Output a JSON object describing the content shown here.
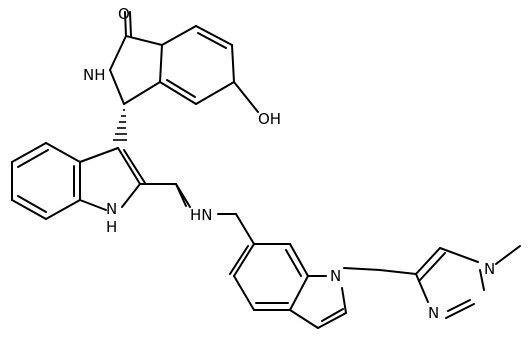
{
  "structure": {
    "atom_labels": {
      "carbonyl_o": "O",
      "lactam_nh": "NH",
      "hydroxyl": "OH",
      "indole_nh_n": "N",
      "indole_nh_h": "H",
      "amine_nh": "HN",
      "indole2_n": "N",
      "imidazole_n1": "N",
      "imidazole_n3": "N",
      "methyl_label": "—"
    }
  }
}
